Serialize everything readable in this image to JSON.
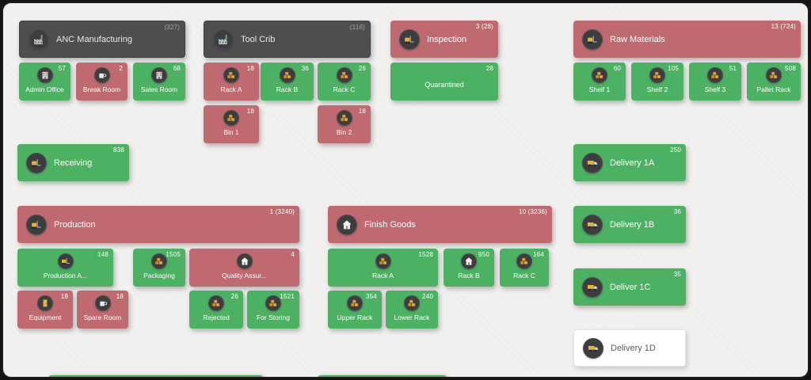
{
  "colors": {
    "green": "#4cb163",
    "red": "#bf6a70",
    "dark_header": "#4e4e4e",
    "white_card": "#ffffff",
    "page_bg": "#f2f1ef"
  },
  "locations": {
    "anc_manufacturing": {
      "label": "ANC Manufacturing",
      "badge": "(327)",
      "icon": "factory-icon"
    },
    "admin_office": {
      "label": "Admin Office",
      "badge": "57",
      "icon": "building-icon"
    },
    "break_room": {
      "label": "Break Room",
      "badge": "2",
      "icon": "mug-icon"
    },
    "sales_room": {
      "label": "Sales Room",
      "badge": "68",
      "icon": "building-icon"
    },
    "tool_crib": {
      "label": "Tool Crib",
      "badge": "(116)",
      "icon": "factory-icon"
    },
    "tc_rack_a": {
      "label": "Rack A",
      "badge": "18",
      "icon": "boxes-icon"
    },
    "tc_rack_b": {
      "label": "Rack B",
      "badge": "36",
      "icon": "boxes-icon"
    },
    "tc_rack_c": {
      "label": "Rack C",
      "badge": "26",
      "icon": "boxes-icon"
    },
    "bin_1": {
      "label": "Bin 1",
      "badge": "18",
      "icon": "boxes-icon"
    },
    "bin_2": {
      "label": "Bin 2",
      "badge": "18",
      "icon": "boxes-icon"
    },
    "inspection": {
      "label": "Inspection",
      "badge": "3 (28)",
      "icon": "forklift-icon"
    },
    "quarantined": {
      "label": "Quarantined",
      "badge": "28"
    },
    "raw_materials": {
      "label": "Raw Materials",
      "badge": "13 (724)",
      "icon": "forklift-icon"
    },
    "shelf_1": {
      "label": "Shelf 1",
      "badge": "60",
      "icon": "boxes-icon"
    },
    "shelf_2": {
      "label": "Shelf 2",
      "badge": "105",
      "icon": "boxes-icon"
    },
    "shelf_3": {
      "label": "Shelf 3",
      "badge": "51",
      "icon": "boxes-icon"
    },
    "pallet_rack": {
      "label": "Pallet Rack",
      "badge": "508",
      "icon": "boxes-icon"
    },
    "receiving": {
      "label": "Receiving",
      "badge": "838",
      "icon": "forklift-icon"
    },
    "delivery_1a": {
      "label": "Delivery 1A",
      "badge": "250",
      "icon": "truck-icon"
    },
    "delivery_1b": {
      "label": "Delivery 1B",
      "badge": "36",
      "icon": "truck-icon"
    },
    "deliver_1c": {
      "label": "Deliver 1C",
      "badge": "35",
      "icon": "truck-icon"
    },
    "delivery_1d": {
      "label": "Delivery 1D",
      "icon": "truck-icon"
    },
    "production": {
      "label": "Production",
      "badge": "1 (3240)",
      "icon": "forklift-icon"
    },
    "production_a": {
      "label": "Production A...",
      "badge": "148",
      "icon": "forklift-icon"
    },
    "packaging": {
      "label": "Packaging",
      "badge": "1505",
      "icon": "boxes-icon"
    },
    "quality_assur": {
      "label": "Quality Assur...",
      "badge": "4",
      "icon": "house-icon"
    },
    "equipment": {
      "label": "Equipment",
      "badge": "18",
      "icon": "door-icon"
    },
    "spare_room": {
      "label": "Spare Room",
      "badge": "18",
      "icon": "mug-icon"
    },
    "rejected": {
      "label": "Rejected",
      "badge": "26",
      "icon": "boxes-icon"
    },
    "for_storing": {
      "label": "For Storing",
      "badge": "1521",
      "icon": "boxes-icon"
    },
    "finish_goods": {
      "label": "Finish Goods",
      "badge": "10 (3236)",
      "icon": "house-icon"
    },
    "fg_rack_a": {
      "label": "Rack A",
      "badge": "1528",
      "icon": "boxes-icon"
    },
    "fg_rack_b": {
      "label": "Rack B",
      "badge": "950",
      "icon": "house-icon"
    },
    "fg_rack_c": {
      "label": "Rack C",
      "badge": "164",
      "icon": "boxes-icon"
    },
    "upper_rack": {
      "label": "Upper Rack",
      "badge": "354",
      "icon": "boxes-icon"
    },
    "lower_rack": {
      "label": "Lower Rack",
      "badge": "240",
      "icon": "boxes-icon"
    }
  }
}
